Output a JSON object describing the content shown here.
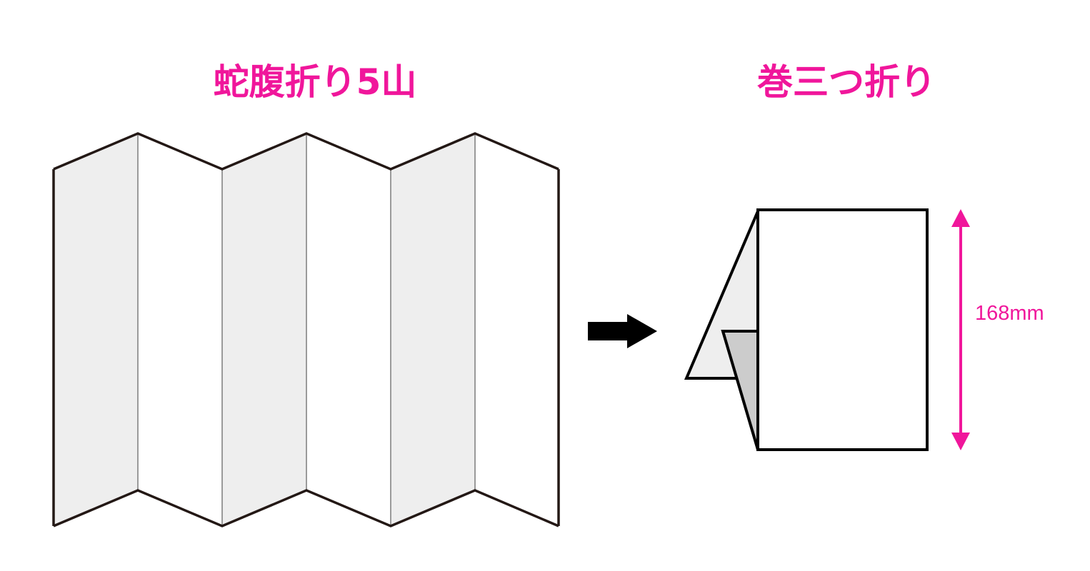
{
  "colors": {
    "accent": "#f0169b",
    "outline": "#231815",
    "panel_shaded": "#eeeeee",
    "panel_plain": "#ffffff",
    "crease": "#9a9a9a",
    "inner_flap": "#cccccc",
    "arrow": "#000000"
  },
  "left_diagram": {
    "title": "蛇腹折り5山"
  },
  "right_diagram": {
    "title": "巻三つ折り",
    "height_label": "168mm"
  }
}
